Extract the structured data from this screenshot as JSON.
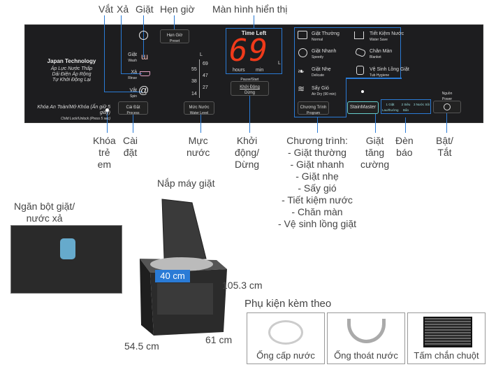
{
  "top_labels": {
    "spin": "Vắt",
    "rinse": "Xả",
    "wash": "Giặt",
    "preset": "Hẹn giờ",
    "display": "Màn hình hiển thị"
  },
  "bottom_labels": {
    "child_lock": "Khóa\ntrẻ\nem",
    "process": "Cài\nđặt",
    "water_level": "Mực\nnước",
    "start": "Khởi\nđộng/\nDừng",
    "program": "Chương trình:",
    "programs": [
      "- Giặt thường",
      "- Giặt nhanh",
      "- Giặt nhẹ",
      "- Sấy gió",
      "- Tiết kiệm nước",
      "- Chăn màn",
      "- Vệ sinh lồng giặt"
    ],
    "stain": "Giặt\ntăng\ncường",
    "indicator": "Đèn\nbáo",
    "power": "Bật/\nTắt"
  },
  "panel": {
    "brand": "Japan Technology",
    "features": [
      "Áp Lực Nước Thấp",
      "Dải Điện Áp Rộng",
      "Tự Khởi Động Lại"
    ],
    "child_lock": "Khóa An Toàn/Mở Khóa (Ấn giữ 5 giây)",
    "child_lock_en": "Child Lock/Unlock (Press 5 sec)",
    "wash": "Giặt",
    "wash_en": "Wash",
    "rinse": "Xả",
    "rinse_en": "Rinse",
    "spin": "Vắt",
    "spin_en": "Spin",
    "preset": "Hẹn Giờ",
    "preset_en": "Preset",
    "process": "Cài Đặt",
    "process_en": "Process",
    "water_unit": "L",
    "water_levels_left": [
      "55",
      "38",
      "14"
    ],
    "water_levels_right": [
      "69",
      "47",
      "27"
    ],
    "water_btn": "Mức Nước",
    "water_btn_en": "Water Level",
    "time_left": "Time Left",
    "display_value": "69",
    "hours": "hours",
    "min": "min",
    "display_unit": "L",
    "pause_start": "Pause/Start",
    "start_btn": "Khởi Động",
    "start_btn2": "Dừng",
    "programs": [
      {
        "vi": "Giặt Thường",
        "en": "Normal"
      },
      {
        "vi": "Giặt Nhanh",
        "en": "Speedy"
      },
      {
        "vi": "Giặt Nhẹ",
        "en": "Delicate"
      },
      {
        "vi": "Sấy Gió",
        "en": "Air Dry (90 min)"
      },
      {
        "vi": "Tiết Kiệm Nước",
        "en": "Water Save"
      },
      {
        "vi": "Chăn Màn",
        "en": "Blanket"
      },
      {
        "vi": "Vệ Sinh Lồng Giặt",
        "en": "Tub Hygiene"
      }
    ],
    "program_btn": "Chương Trình",
    "program_btn_en": "Program",
    "stain_btn": "StainMaster",
    "indicators": [
      "1 Giặt Lau/thường",
      "2 Siêu Bẩn",
      "3 Nước Sôi"
    ],
    "power": "Nguồn",
    "power_en": "Power",
    "accent": "#2a7bd6"
  },
  "lid": "Nắp máy giặt",
  "detergent": "Ngăn bột giặt/\nnước xả",
  "dim_width_inner": "40 cm",
  "dim_height": "105.3 cm",
  "dim_depth": "61 cm",
  "dim_width": "54.5 cm",
  "accessories_title": "Phụ kiện kèm theo",
  "accessories": [
    "Ống cấp nước",
    "Ống thoát nước",
    "Tấm chắn chuột"
  ]
}
